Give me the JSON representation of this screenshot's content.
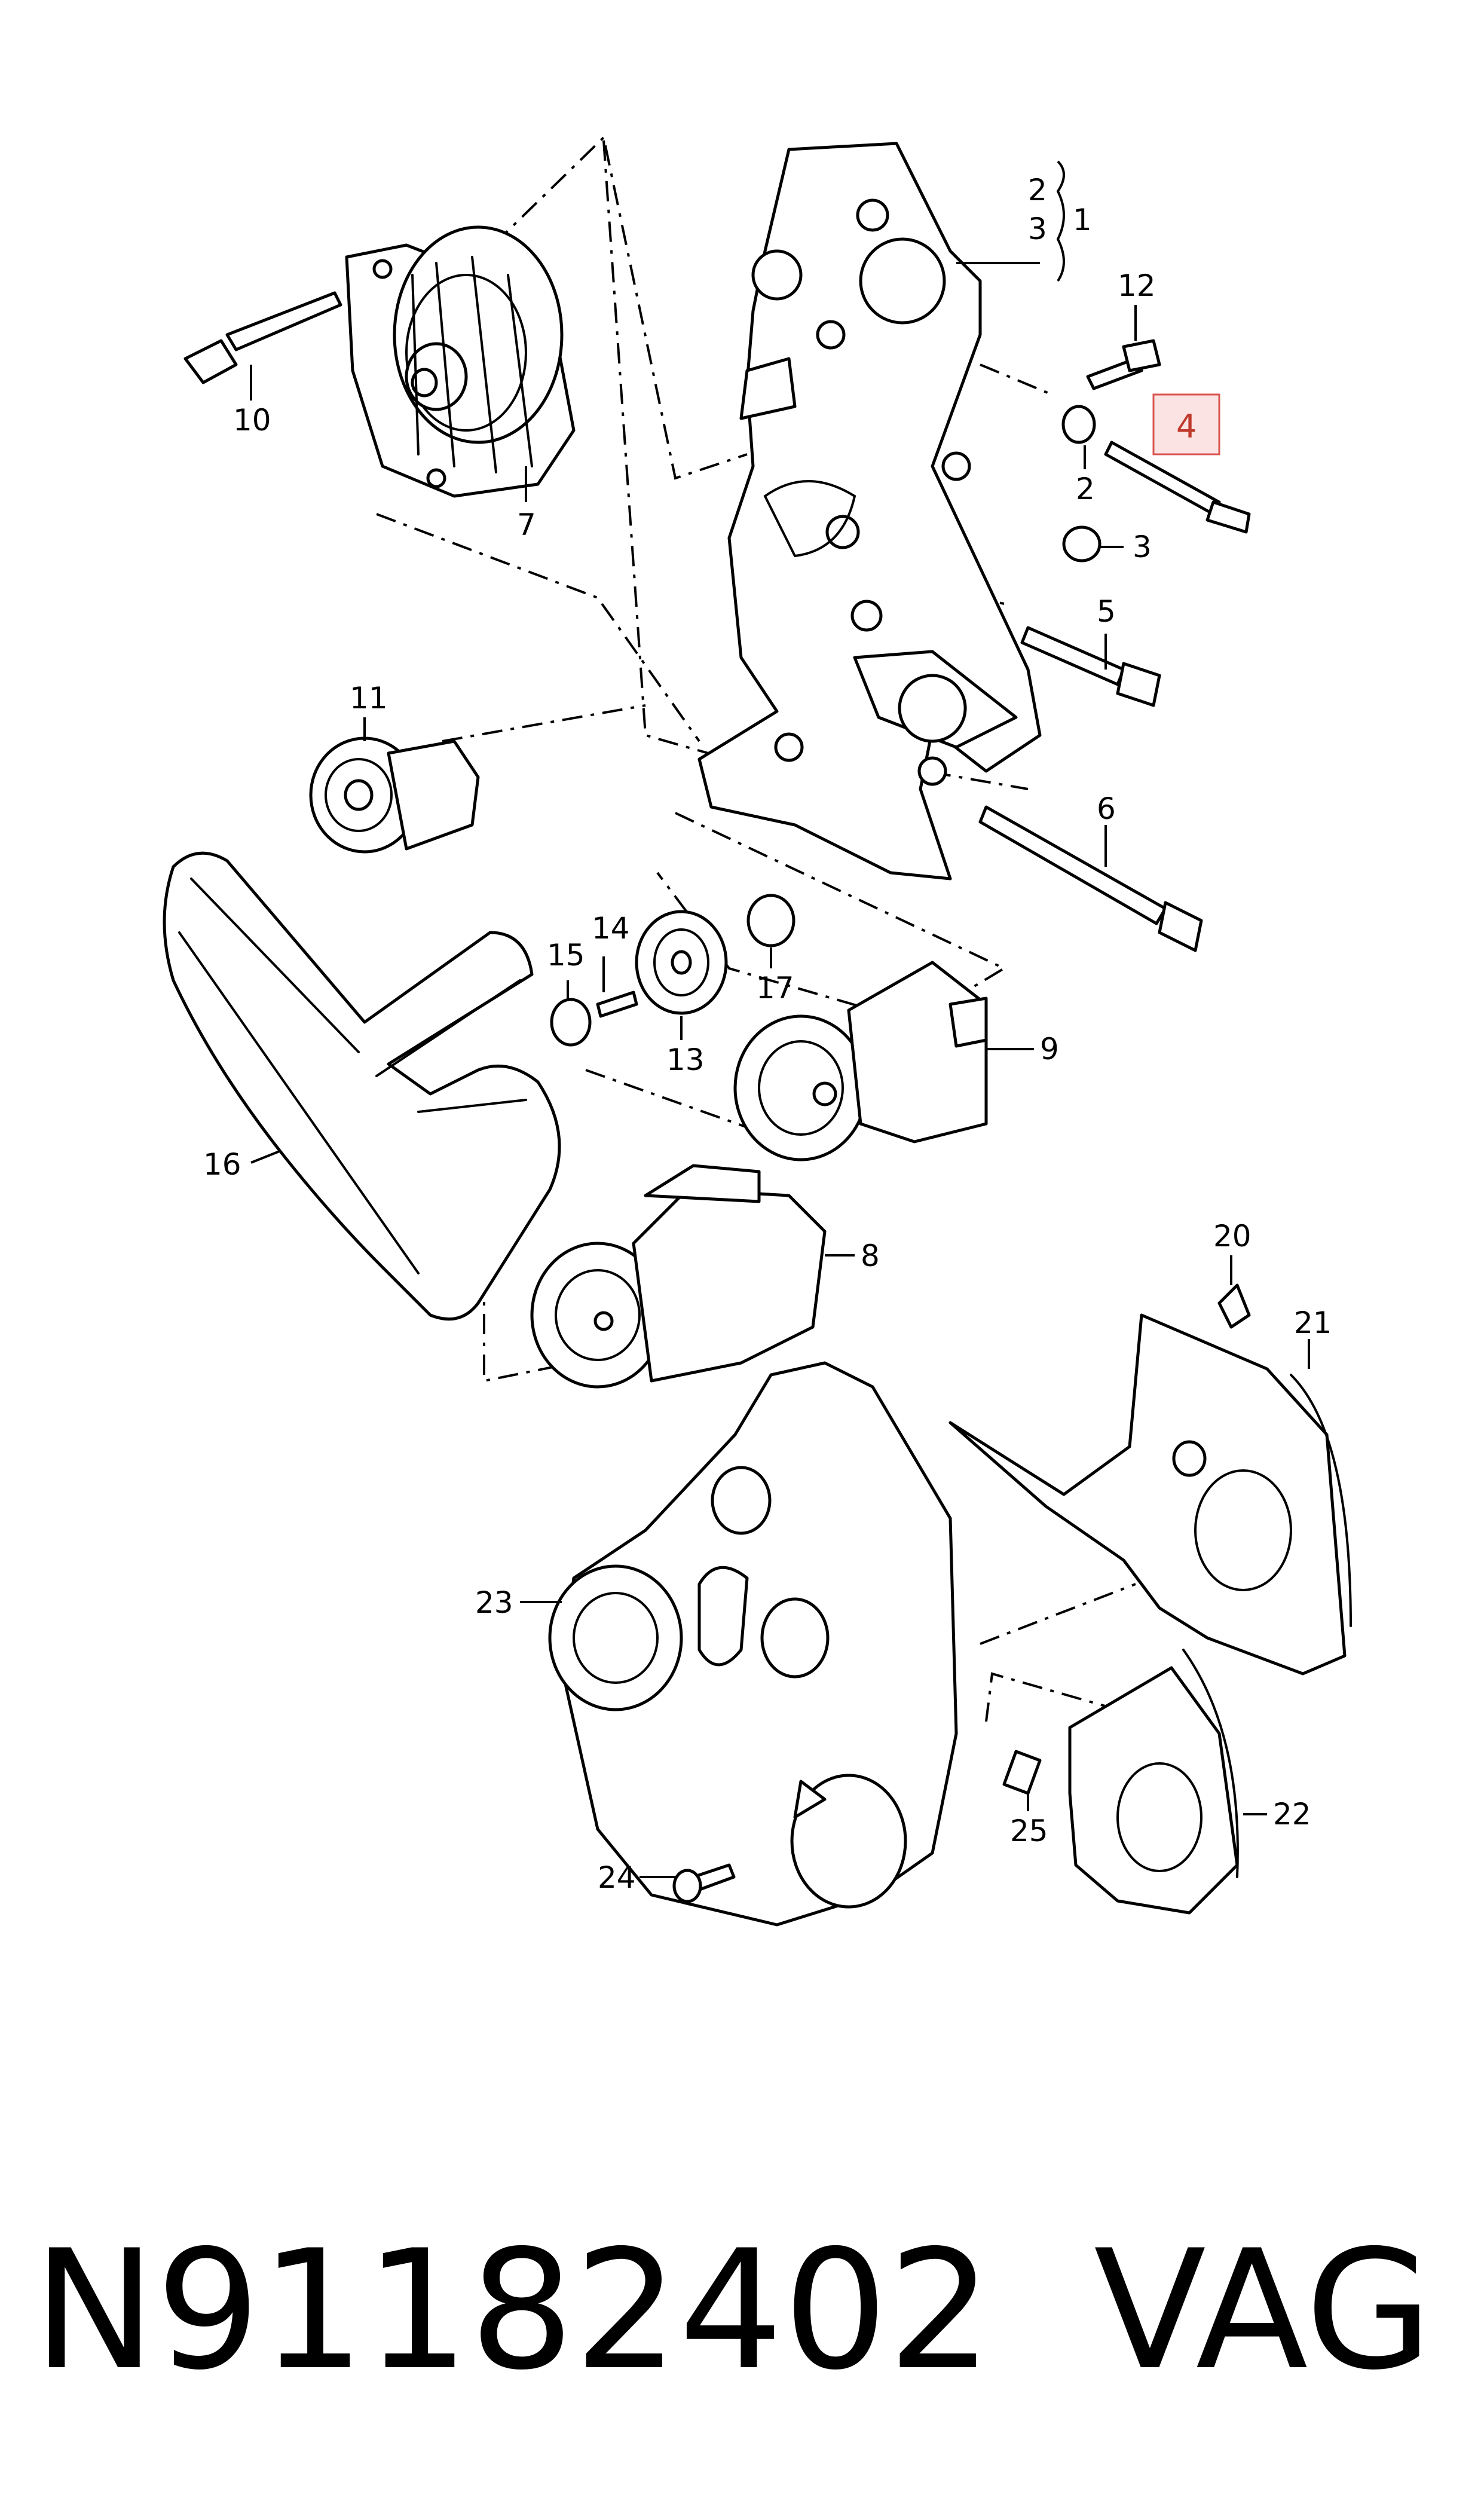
{
  "callouts": {
    "c1": "1",
    "c2a": "2",
    "c3a": "3",
    "c2b": "2",
    "c3b": "3",
    "c4": "4",
    "c5": "5",
    "c6": "6",
    "c7": "7",
    "c8": "8",
    "c9": "9",
    "c10": "10",
    "c11": "11",
    "c12": "12",
    "c13": "13",
    "c14": "14",
    "c15": "15",
    "c16": "16",
    "c17": "17",
    "c20": "20",
    "c21": "21",
    "c22": "22",
    "c23": "23",
    "c24": "24",
    "c25": "25"
  },
  "highlighted_callout": "4",
  "highlight_color": "#d9534f",
  "caption": {
    "part_number": "N91182402",
    "brand": "VAG"
  }
}
